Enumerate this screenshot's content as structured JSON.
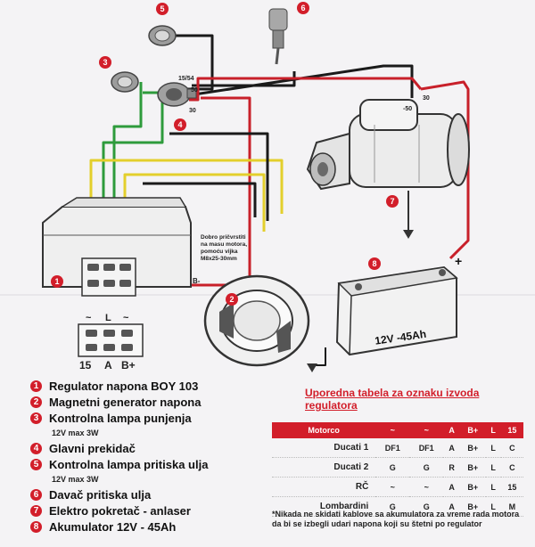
{
  "diagram": {
    "callouts": [
      "1",
      "2",
      "3",
      "4",
      "5",
      "6",
      "7",
      "8"
    ],
    "terminals": {
      "t15_54": "15/54",
      "t50": "50",
      "t30": "30",
      "t30s": "30",
      "t50s": "-50"
    },
    "mount_note": [
      "Dobro pričvrstiti",
      "na masu motora,",
      "pomoću vijka",
      "M8x25-30mm"
    ],
    "b_minus": "B-",
    "battery_text": "12V -45Ah",
    "plus_sign": "+",
    "connector_top_labels": [
      "~",
      "L",
      "~"
    ],
    "connector_bottom_labels": [
      "15",
      "A",
      "B+"
    ]
  },
  "legend": {
    "items": [
      {
        "num": "1",
        "label": "Regulator napona BOY 103",
        "sub": ""
      },
      {
        "num": "2",
        "label": "Magnetni generator napona",
        "sub": ""
      },
      {
        "num": "3",
        "label": "Kontrolna lampa punjenja",
        "sub": "12V max 3W"
      },
      {
        "num": "4",
        "label": "Glavni prekidač",
        "sub": ""
      },
      {
        "num": "5",
        "label": "Kontrolna lampa pritiska ulja",
        "sub": "12V max 3W"
      },
      {
        "num": "6",
        "label": "Davač pritiska ulja",
        "sub": ""
      },
      {
        "num": "7",
        "label": "Elektro pokretač - anlaser",
        "sub": ""
      },
      {
        "num": "8",
        "label": "Akumulator   12V - 45Ah",
        "sub": ""
      }
    ]
  },
  "table": {
    "title": "Uporedna tabela za oznaku izvoda regulatora",
    "headers": [
      "Motorco",
      "~",
      "~",
      "A",
      "B+",
      "L",
      "15"
    ],
    "rows": [
      [
        "Ducati   1",
        "DF1",
        "DF1",
        "A",
        "B+",
        "L",
        "C"
      ],
      [
        "Ducati   2",
        "G",
        "G",
        "R",
        "B+",
        "L",
        "C"
      ],
      [
        "RČ",
        "~",
        "~",
        "A",
        "B+",
        "L",
        "15"
      ],
      [
        "Lombardini",
        "G",
        "G",
        "A",
        "B+",
        "L",
        "M"
      ]
    ],
    "note": "*Nikada ne skidati kablove sa akumulatora za vreme rada motora da bi se izbegli udari napona koji su štetni po regulator"
  }
}
